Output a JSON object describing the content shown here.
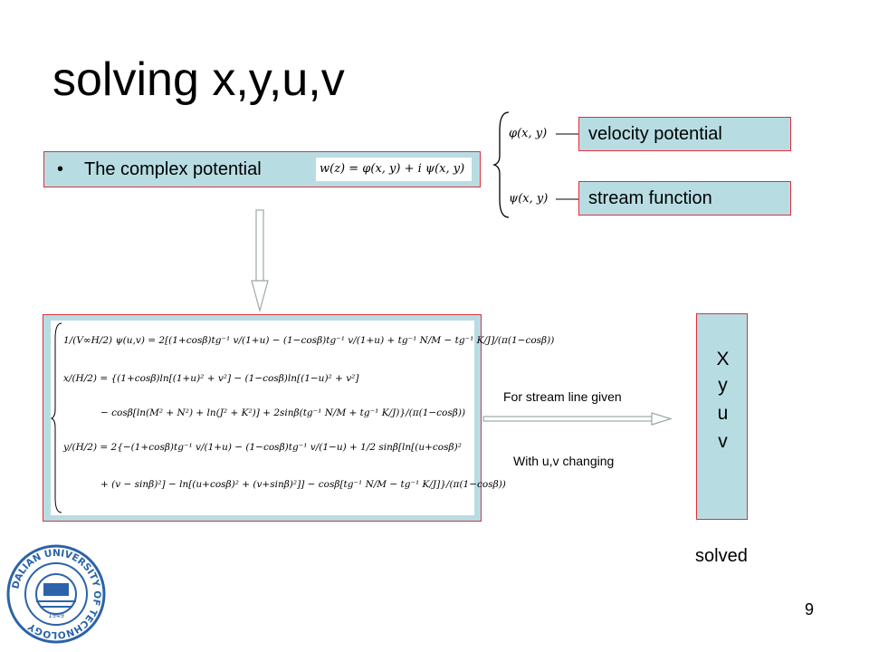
{
  "title": "solving x,y,u,v",
  "complex_potential": {
    "bullet": "•",
    "label": "The complex potential",
    "formula": "w(z) = φ(x, y) + i ψ(x, y)"
  },
  "components": {
    "phi_formula": "φ(x, y)",
    "psi_formula": "ψ(x, y)",
    "velocity_potential": "velocity potential",
    "stream_function": "stream function"
  },
  "equations": {
    "eq1": "1/(V∞H/2) ψ(u,v) = 2[(1+cosβ)tg⁻¹ v/(1+u) − (1−cosβ)tg⁻¹ v/(1+u) + tg⁻¹ N/M − tg⁻¹ K/J]/(π(1−cosβ))",
    "eq2a": "x/(H/2) = {(1+cosβ)ln[(1+u)² + v²] − (1−cosβ)ln[(1−u)² + v²]",
    "eq2b": "− cosβ[ln(M² + N²) + ln(J² + K²)] + 2sinβ(tg⁻¹ N/M + tg⁻¹ K/J)}/(π(1−cosβ))",
    "eq3a": "y/(H/2) = 2{−(1+cosβ)tg⁻¹ v/(1+u) − (1−cosβ)tg⁻¹ v/(1−u) + 1/2 sinβ[ln[(u+cosβ)²",
    "eq3b": "+ (v − sinβ)²] − ln[(u+cosβ)² + (v+sinβ)²]] − cosβ[tg⁻¹ N/M − tg⁻¹ K/J]}/(π(1−cosβ))"
  },
  "arrow_labels": {
    "top": "For stream line given",
    "bottom": "With u,v changing"
  },
  "result": {
    "letters": [
      "X",
      "y",
      "u",
      "v"
    ],
    "caption": "solved"
  },
  "logo_text": "DALIAN UNIVERSITY OF TECHNOLOGY",
  "logo_year": "1949",
  "page_number": "9",
  "colors": {
    "box_fill": "#b7dde3",
    "box_border": "#e0303a",
    "arrow": "#9aaaa8"
  }
}
